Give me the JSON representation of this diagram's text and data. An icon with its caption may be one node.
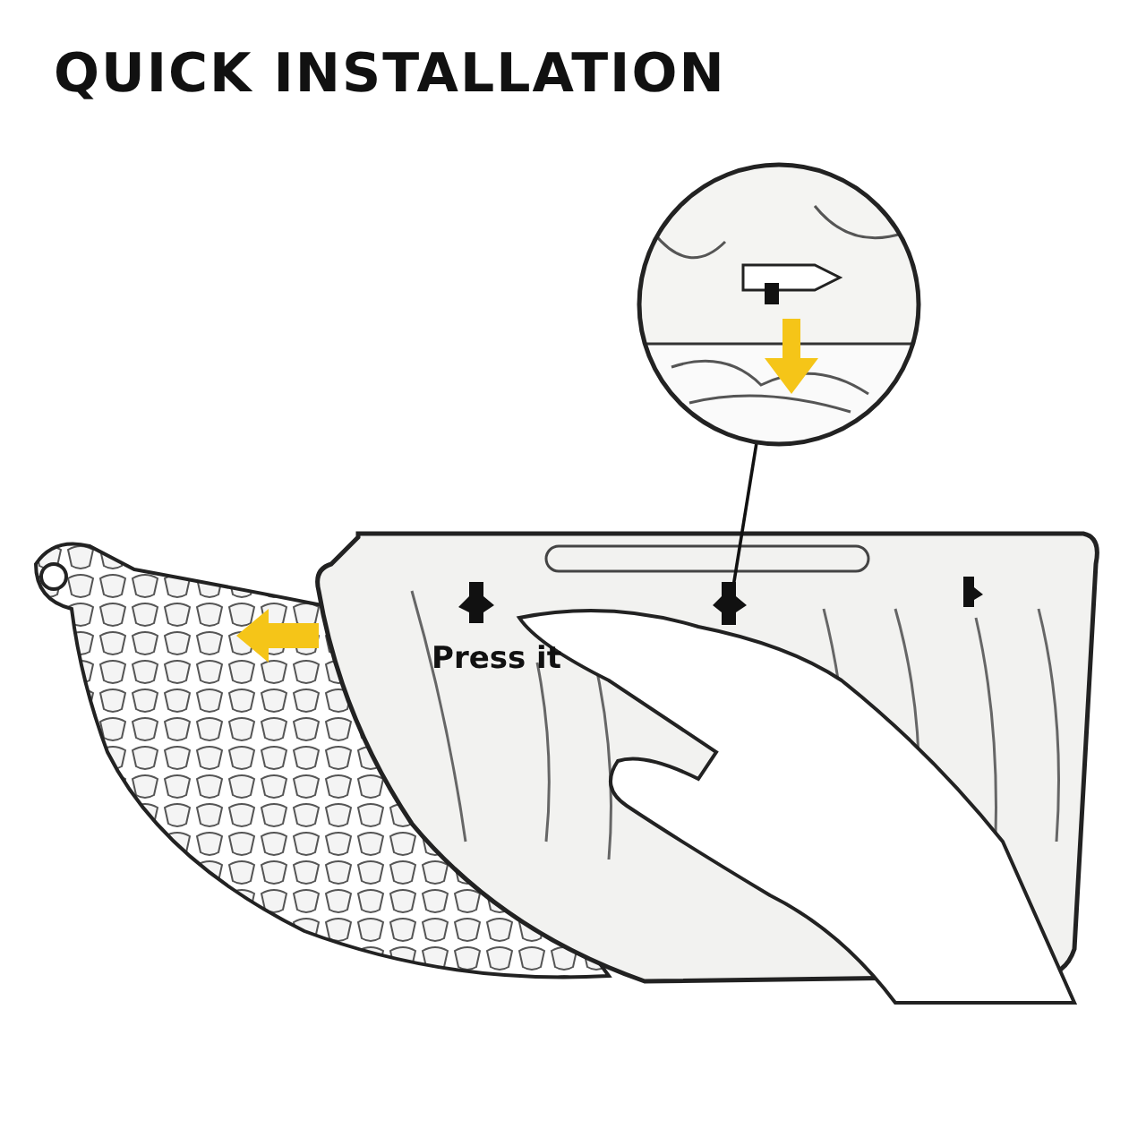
{
  "diagram": {
    "title": "QUICK INSTALLATION",
    "nodes": [
      {
        "text": [],
        "shape": "circle"
      },
      {
        "text": [],
        "shape": "picture"
      }
    ],
    "edges": [
      {
        "from": 0,
        "to": 1,
        "arrow": "none"
      }
    ],
    "labels": [
      "Press it"
    ]
  }
}
